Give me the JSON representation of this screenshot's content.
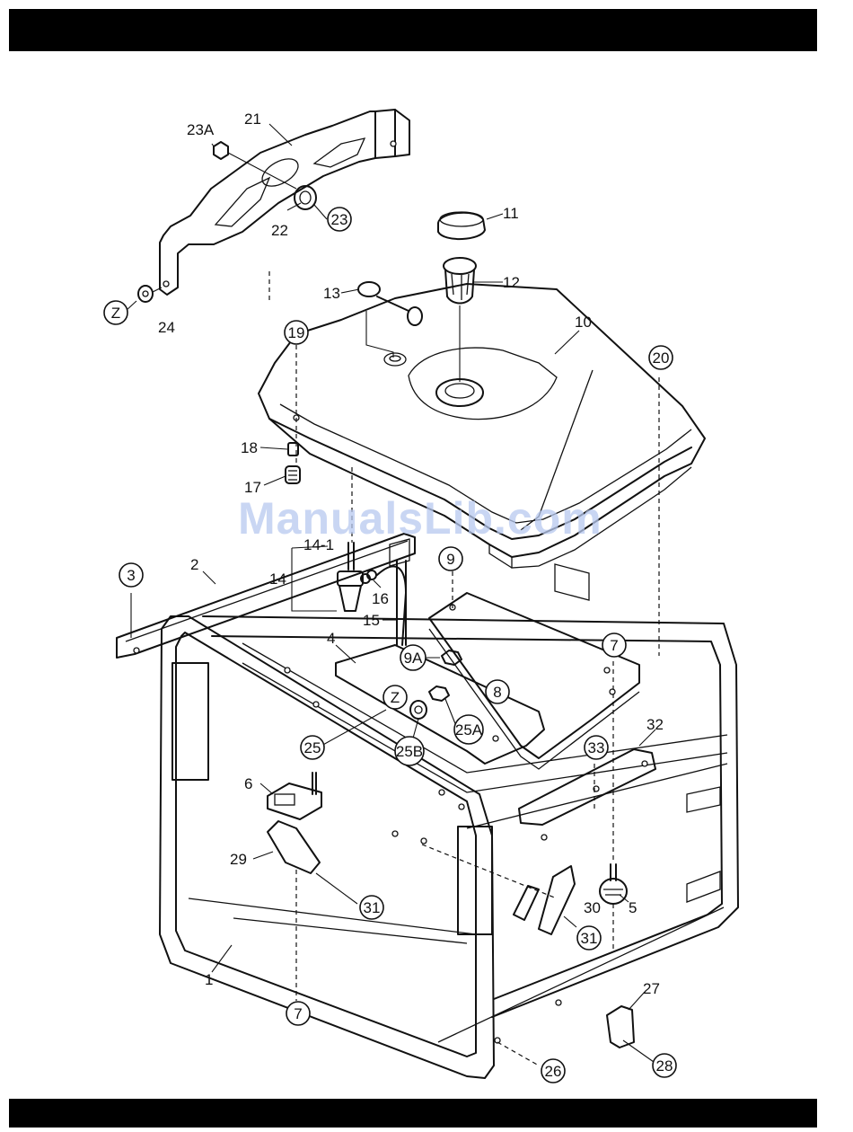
{
  "labels": {
    "p1": "1",
    "p2": "2",
    "p3": "3",
    "p4": "4",
    "p5": "5",
    "p6": "6",
    "p7a": "7",
    "p7b": "7",
    "p8": "8",
    "p9": "9",
    "p9a": "9A",
    "p10": "10",
    "p11": "11",
    "p12": "12",
    "p13": "13",
    "p14": "14",
    "p14_1": "14-1",
    "p15": "15",
    "p16": "16",
    "p17": "17",
    "p18": "18",
    "p19": "19",
    "p20": "20",
    "p21": "21",
    "p22": "22",
    "p23": "23",
    "p23a": "23A",
    "p24": "24",
    "p25": "25",
    "p25a": "25A",
    "p25b": "25B",
    "p26": "26",
    "p27": "27",
    "p28": "28",
    "p29": "29",
    "p30": "30",
    "p31a": "31",
    "p31b": "31",
    "p32": "32",
    "p33": "33",
    "z1": "Z",
    "z2": "Z"
  },
  "watermark": "ManualsLib.com"
}
